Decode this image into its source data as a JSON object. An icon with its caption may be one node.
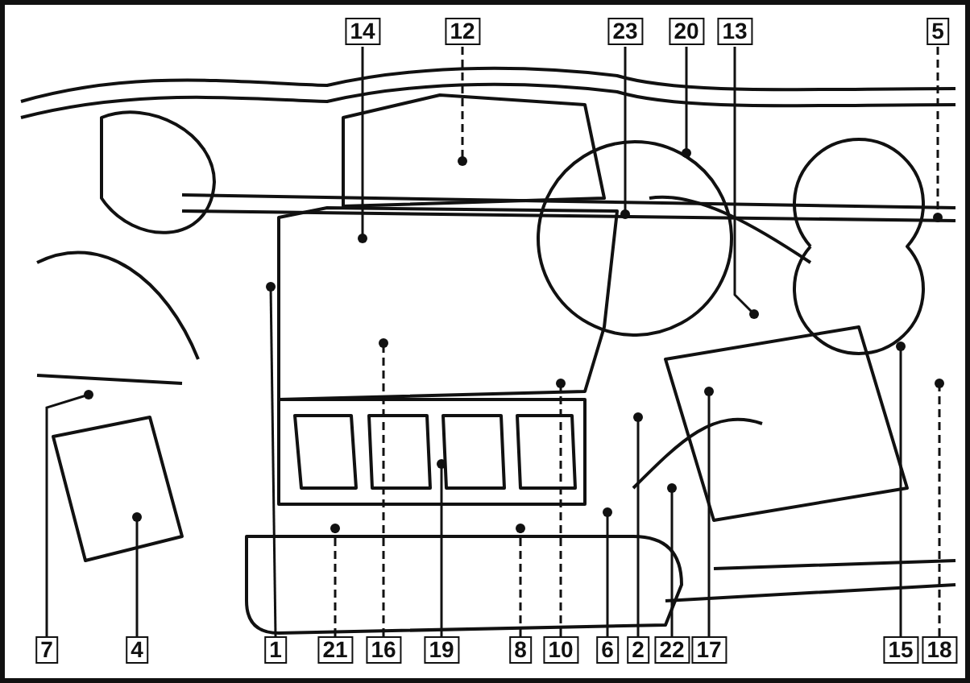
{
  "diagram": {
    "nodes": [
      {
        "text": [
          "14"
        ]
      },
      {
        "text": [
          "12"
        ]
      },
      {
        "text": [
          "23"
        ]
      },
      {
        "text": [
          "20"
        ]
      },
      {
        "text": [
          "13"
        ]
      },
      {
        "text": [
          "5"
        ]
      },
      {
        "text": [
          "7"
        ]
      },
      {
        "text": [
          "4"
        ]
      },
      {
        "text": [
          "1"
        ]
      },
      {
        "text": [
          "21"
        ]
      },
      {
        "text": [
          "16"
        ]
      },
      {
        "text": [
          "19"
        ]
      },
      {
        "text": [
          "8"
        ]
      },
      {
        "text": [
          "10"
        ]
      },
      {
        "text": [
          "6"
        ]
      },
      {
        "text": [
          "2"
        ]
      },
      {
        "text": [
          "22"
        ]
      },
      {
        "text": [
          "17"
        ]
      },
      {
        "text": [
          "15"
        ]
      },
      {
        "text": [
          "18"
        ]
      }
    ],
    "edges": [
      {
        "from": 0,
        "to": null,
        "arrow": "other"
      },
      {
        "from": 1,
        "to": null,
        "arrow": "other",
        "style": "dashed"
      },
      {
        "from": 2,
        "to": null,
        "arrow": "other"
      },
      {
        "from": 3,
        "to": null,
        "arrow": "other"
      },
      {
        "from": 4,
        "to": null,
        "arrow": "other"
      },
      {
        "from": 5,
        "to": null,
        "arrow": "other",
        "style": "dashed"
      },
      {
        "from": 6,
        "to": null,
        "arrow": "other"
      },
      {
        "from": 7,
        "to": null,
        "arrow": "other"
      },
      {
        "from": 8,
        "to": null,
        "arrow": "other"
      },
      {
        "from": 9,
        "to": null,
        "arrow": "other",
        "style": "dashed"
      },
      {
        "from": 10,
        "to": null,
        "arrow": "other",
        "style": "dashed"
      },
      {
        "from": 11,
        "to": null,
        "arrow": "other"
      },
      {
        "from": 12,
        "to": null,
        "arrow": "other",
        "style": "dashed"
      },
      {
        "from": 13,
        "to": null,
        "arrow": "other",
        "style": "dashed"
      },
      {
        "from": 14,
        "to": null,
        "arrow": "other"
      },
      {
        "from": 15,
        "to": null,
        "arrow": "other"
      },
      {
        "from": 16,
        "to": null,
        "arrow": "other"
      },
      {
        "from": 17,
        "to": null,
        "arrow": "other"
      },
      {
        "from": 18,
        "to": null,
        "arrow": "other"
      },
      {
        "from": 19,
        "to": null,
        "arrow": "other",
        "style": "dashed"
      }
    ]
  }
}
